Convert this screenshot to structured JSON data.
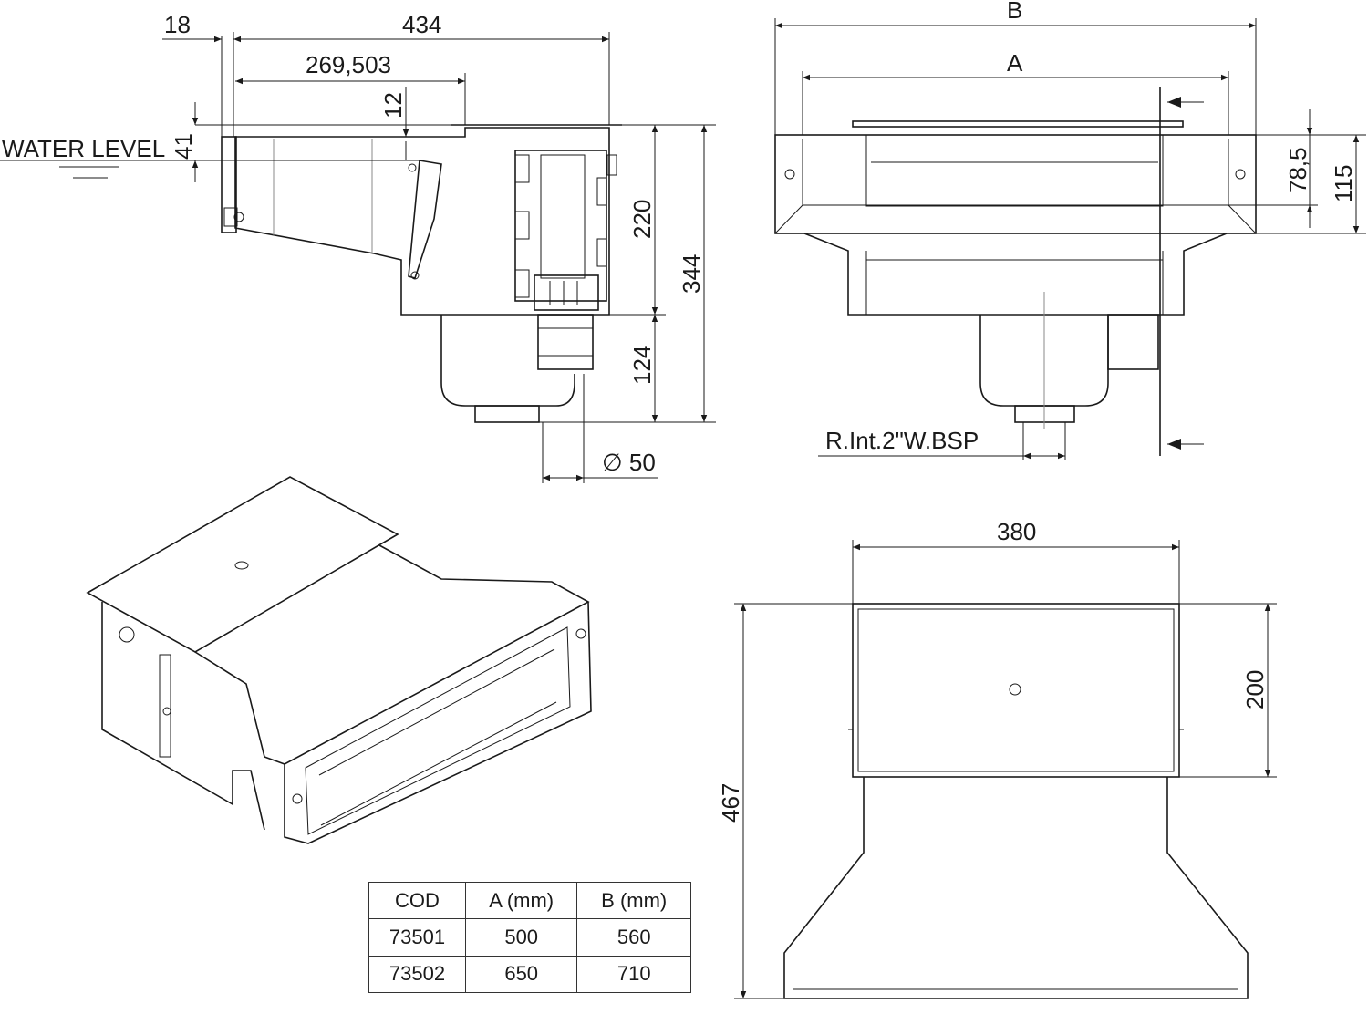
{
  "side_view": {
    "dim_18": "18",
    "dim_434": "434",
    "dim_269": "269,503",
    "dim_12": "12",
    "dim_41": "41",
    "water_level": "WATER LEVEL",
    "dim_220": "220",
    "dim_344": "344",
    "dim_124": "124",
    "dim_diam50": "∅ 50"
  },
  "front_view": {
    "dim_B": "B",
    "dim_A": "A",
    "dim_78": "78,5",
    "dim_115": "115",
    "thread_label": "R.Int.2\"W.BSP"
  },
  "top_view": {
    "dim_380": "380",
    "dim_200": "200",
    "dim_467": "467"
  },
  "table": {
    "headers": [
      "COD",
      "A (mm)",
      "B (mm)"
    ],
    "rows": [
      [
        "73501",
        "500",
        "560"
      ],
      [
        "73502",
        "650",
        "710"
      ]
    ]
  }
}
